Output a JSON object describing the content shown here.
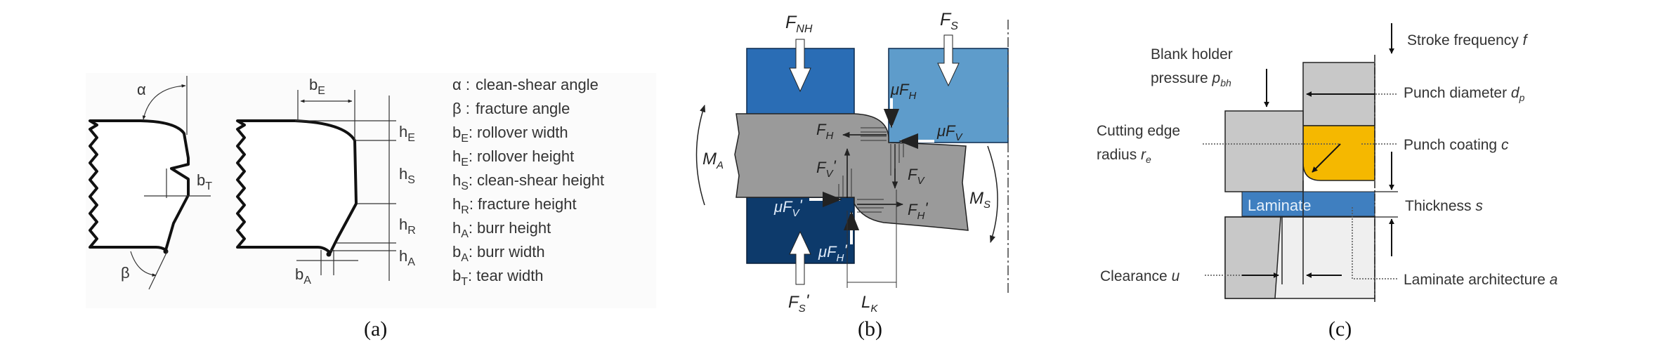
{
  "figure": {
    "panels": [
      {
        "id": "a",
        "caption": "(a)",
        "symbols": {
          "alpha": "α",
          "beta": "β",
          "bE": {
            "base": "b",
            "sub": "E"
          },
          "bT": {
            "base": "b",
            "sub": "T"
          },
          "bA": {
            "base": "b",
            "sub": "A"
          },
          "hE": {
            "base": "h",
            "sub": "E"
          },
          "hS": {
            "base": "h",
            "sub": "S"
          },
          "hR": {
            "base": "h",
            "sub": "R"
          },
          "hA": {
            "base": "h",
            "sub": "A"
          }
        },
        "legend": [
          {
            "sym": "α",
            "sub": "",
            "sep": " :",
            "desc": "clean-shear angle"
          },
          {
            "sym": "β",
            "sub": "",
            "sep": " :",
            "desc": "fracture angle"
          },
          {
            "sym": "b",
            "sub": "E",
            "sep": ":",
            "desc": "rollover width"
          },
          {
            "sym": "h",
            "sub": "E",
            "sep": ":",
            "desc": "rollover height"
          },
          {
            "sym": "h",
            "sub": "S",
            "sep": ":",
            "desc": "clean-shear height"
          },
          {
            "sym": "h",
            "sub": "R",
            "sep": ":",
            "desc": "fracture height"
          },
          {
            "sym": "h",
            "sub": "A",
            "sep": ":",
            "desc": "burr height"
          },
          {
            "sym": "b",
            "sub": "A",
            "sep": ":",
            "desc": "burr width"
          },
          {
            "sym": "b",
            "sub": "T",
            "sep": ":",
            "desc": "tear width"
          }
        ]
      },
      {
        "id": "b",
        "caption": "(b)",
        "labels": {
          "FNH": {
            "base": "F",
            "sub": "NH"
          },
          "FS": {
            "base": "F",
            "sub": "S"
          },
          "muFH": {
            "base": "μF",
            "sub": "H"
          },
          "muFV": {
            "base": "μF",
            "sub": "V"
          },
          "FH": {
            "base": "F",
            "sub": "H"
          },
          "FV": {
            "base": "F",
            "sub": "V"
          },
          "FVp": {
            "base": "F",
            "sub": "V",
            "prime": "'"
          },
          "FHp": {
            "base": "F",
            "sub": "H",
            "prime": "'"
          },
          "muFVp": {
            "base": "μF",
            "sub": "V",
            "prime": "'"
          },
          "muFHp": {
            "base": "μF",
            "sub": "H",
            "prime": "'"
          },
          "MA": {
            "base": "M",
            "sub": "A"
          },
          "MS": {
            "base": "M",
            "sub": "S"
          },
          "FSp": {
            "base": "F",
            "sub": "S",
            "prime": "'"
          },
          "LK": {
            "base": "L",
            "sub": "K"
          }
        },
        "colors": {
          "blank_holder": "#2a6db5",
          "punch": "#5e9ccb",
          "die": "#0d3a6b",
          "sheet": "#9a9a9a"
        }
      },
      {
        "id": "c",
        "caption": "(c)",
        "labels": {
          "blank_holder_line1": "Blank holder",
          "blank_holder_line2": "pressure ",
          "blank_holder_sym": "p",
          "blank_holder_sub": "bh",
          "cutting_edge_line1": "Cutting edge",
          "cutting_edge_line2": "radius ",
          "cutting_edge_sym": "r",
          "cutting_edge_sub": "e",
          "clearance": "Clearance ",
          "clearance_sym": "u",
          "stroke": "Stroke frequency ",
          "stroke_sym": "f",
          "punch_diameter": "Punch diameter  ",
          "punch_diameter_sym": "d",
          "punch_diameter_sub": "p",
          "punch_coating": "Punch coating  ",
          "punch_coating_sym": "c",
          "thickness": "Thickness ",
          "thickness_sym": "s",
          "laminate_arch": "Laminate architecture ",
          "laminate_arch_sym": "a",
          "laminate": "Laminate"
        },
        "colors": {
          "tool_gray": "#c8c8c8",
          "die_light": "#efefef",
          "coating": "#f5b800",
          "laminate": "#3f7fc0"
        }
      }
    ]
  }
}
